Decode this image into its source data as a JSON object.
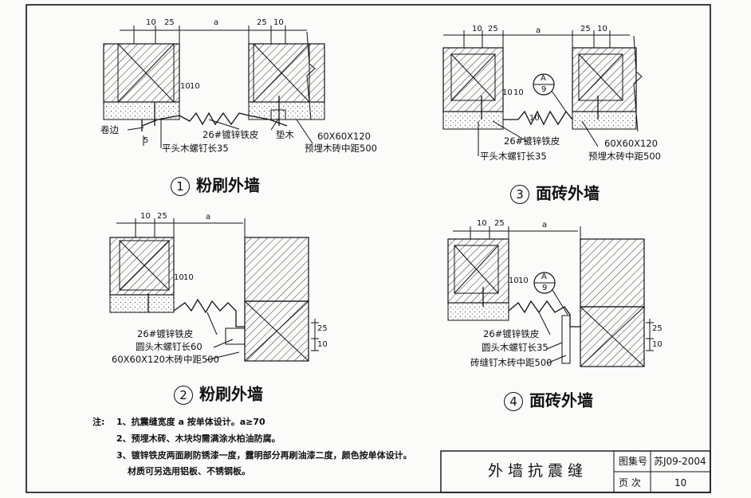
{
  "details": [
    {
      "number": "1",
      "title": "粉刷外墙",
      "dims": {
        "a": "10",
        "b": "25",
        "gap": "a",
        "c": "25",
        "d": "10",
        "e": "10",
        "f": "10",
        "g": "5"
      },
      "labels": {
        "roll": "卷边",
        "sheet": "26#镀锌铁皮",
        "pad": "垫木",
        "screw": "平头木螺钉长35",
        "brick_size": "60X60X120",
        "brick": "预埋木砖中距500"
      }
    },
    {
      "number": "3",
      "title": "面砖外墙",
      "dims": {
        "a": "10",
        "b": "25",
        "gap": "a",
        "c": "25",
        "d": "10",
        "e": "10",
        "f": "10",
        "g": "10"
      },
      "ref": {
        "top": "A",
        "bottom": "9"
      },
      "labels": {
        "sheet": "26#镀锌铁皮",
        "screw": "平头木螺钉长35",
        "brick_size": "60X60X120",
        "brick": "预埋木砖中距500"
      }
    },
    {
      "number": "2",
      "title": "粉刷外墙",
      "dims": {
        "a": "10",
        "b": "25",
        "gap": "a",
        "e": "10",
        "f": "10",
        "h": "25",
        "i": "10"
      },
      "labels": {
        "sheet": "26#镀锌铁皮",
        "screw": "圆头木螺钉长60",
        "brick": "60X60X120木砖中距500"
      }
    },
    {
      "number": "4",
      "title": "面砖外墙",
      "dims": {
        "a": "10",
        "b": "25",
        "gap": "a",
        "e": "10",
        "f": "10",
        "h": "25",
        "i": "10"
      },
      "ref": {
        "top": "A",
        "bottom": "9"
      },
      "labels": {
        "sheet": "26#镀锌铁皮",
        "screw": "圆头木螺钉长35",
        "brick": "砖缝钉木砖中距500"
      }
    }
  ],
  "notes": {
    "heading": "注:",
    "items": [
      "1、抗震缝宽度 a 按单体设计。a≥70",
      "2、预埋木砖、木块均需满涂水柏油防腐。",
      "3、镀锌铁皮两面刷防锈漆一度，露明部分再刷油漆二度，颜色按单体设计。",
      "材质可另选用铝板、不锈钢板。"
    ]
  },
  "title_block": {
    "drawing_title": "外墙抗震缝",
    "atlas_label": "图集号",
    "atlas_value": "苏J09-2004",
    "page_label": "页  次",
    "page_value": "10"
  }
}
